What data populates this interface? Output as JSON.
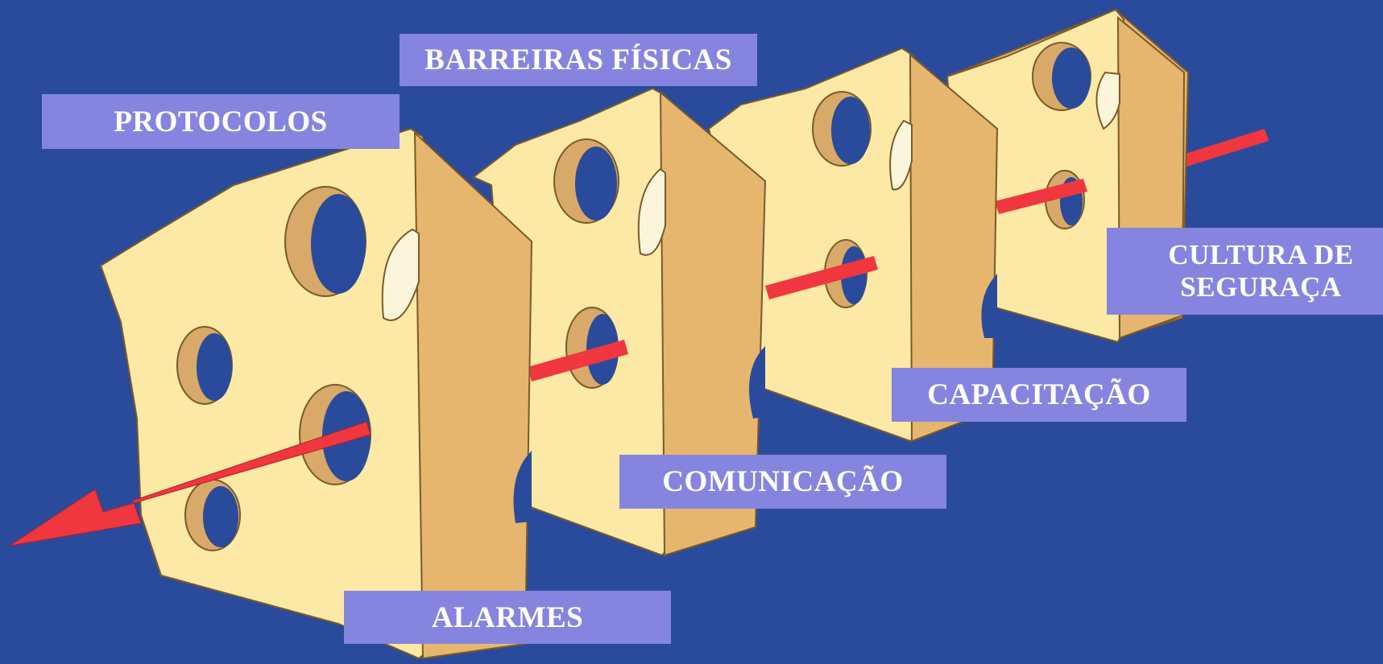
{
  "labels": {
    "protocolos": "PROTOCOLOS",
    "barreiras": "BARREIRAS FÍSICAS",
    "comunicacao": "COMUNICAÇÃO",
    "capacitacao": "CAPACITAÇÃO",
    "alarmes": "ALARMES",
    "cultura_line1": "CULTURA DE",
    "cultura_line2": "SEGURAÇA"
  },
  "colors": {
    "background": "#2a4b9b",
    "label_fill": "#8585e0",
    "cheese_face": "#fde9a6",
    "cheese_side": "#e7b673",
    "arrow": "#f0373f"
  },
  "icons": [
    "cheese-slice-icon",
    "arrow-icon"
  ]
}
